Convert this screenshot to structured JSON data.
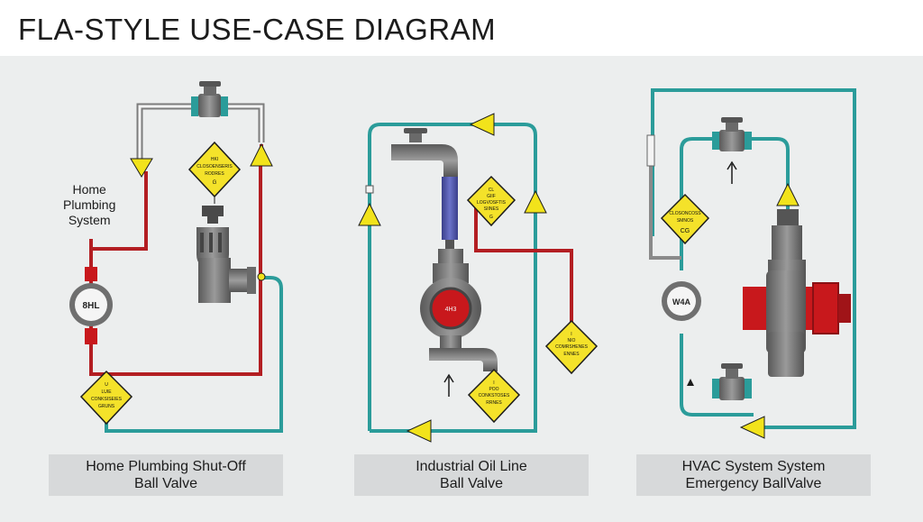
{
  "header": {
    "title": "FLA-STYLE USE-CASE DIAGRAM"
  },
  "panels": [
    {
      "id": "home",
      "label_line1": "Home",
      "label_line2": "Plumbing",
      "label_line3": "System",
      "gauge_text": "8HL",
      "caption_line1": "Home Plumbing Shut-Off",
      "caption_line2": "Ball Valve",
      "sign_top": [
        "HKI",
        "CLOSOENSERIS",
        "RODRES",
        "G"
      ],
      "sign_bottom": [
        "U",
        "LUIE",
        "CONKSISEIES",
        "GRUNS"
      ]
    },
    {
      "id": "industrial",
      "gauge_text": "4H3",
      "caption_line1": "Industrial Oil Line",
      "caption_line2": "Ball Valve",
      "sign_top": [
        "CL",
        "GIIF",
        "LOGVOSFTIS",
        "SIINES",
        "G"
      ],
      "sign_right": [
        "I",
        "NIO",
        "COMRSHENES",
        "ENNES"
      ],
      "sign_bottom": [
        "I",
        "POO",
        "CONKSTOSES",
        "RRNES"
      ]
    },
    {
      "id": "hvac",
      "gauge_text": "W4A",
      "caption_line1": "HVAC System System",
      "caption_line2": "Emergency BallValve",
      "sign_top": [
        "CLOSONCOSS",
        "SMNOS",
        "CG"
      ]
    }
  ],
  "colors": {
    "red_pipe": "#b31e22",
    "teal_pipe": "#2b9c9a",
    "gray_pipe": "#8a8a8a",
    "sign_yellow": "#f4e22a",
    "arrow_yellow": "#f2e31b",
    "valve_gray": "#727272",
    "valve_red": "#c8181c"
  }
}
